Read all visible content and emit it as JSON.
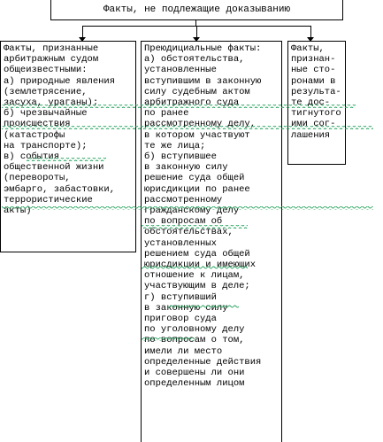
{
  "diagram": {
    "title": "Факты, не подлежащие доказыванию",
    "left_box": {
      "lines": [
        "Факты, признанные",
        "арбитражным судом",
        "общеизвестными:",
        "а) природные явления",
        "(землетрясение,",
        "засуха, ураганы);",
        "б) чрезвычайные",
        "происшествия",
        "(катастрофы",
        "на транспорте);",
        "в) события",
        "общественной жизни",
        "(перевороты,",
        "эмбарго, забастовки,",
        "террористические",
        "акты)"
      ]
    },
    "middle_box": {
      "lines": [
        "Преюдициальные факты:",
        "а) обстоятельства,",
        "установленные",
        "вступившим в законную",
        "силу судебным актом",
        "арбитражного суда",
        "по ранее",
        "рассмотренному делу,",
        "в котором участвуют",
        "те же лица;",
        "б) вступившее",
        "в законную силу",
        "решение суда общей",
        "юрисдикции по ранее",
        "рассмотренному",
        "гражданскому делу",
        "по вопросам об",
        "обстоятельствах,",
        "установленных",
        "решением суда общей",
        "юрисдикции и имеющих",
        "отношение к лицам,",
        "участвующим в деле;",
        "г) вступивший",
        "в законную силу",
        "приговор суда",
        "по уголовному делу",
        "по вопросам о том,",
        "имели ли место",
        "определенные действия",
        "и совершены ли они",
        "определенным лицом"
      ]
    },
    "right_box": {
      "lines": [
        "Факты,",
        "признан-",
        "ные сто-",
        "ронами в",
        "результа-",
        "те дос-",
        "тигнутого",
        "ими сог-",
        "лашения"
      ]
    }
  }
}
